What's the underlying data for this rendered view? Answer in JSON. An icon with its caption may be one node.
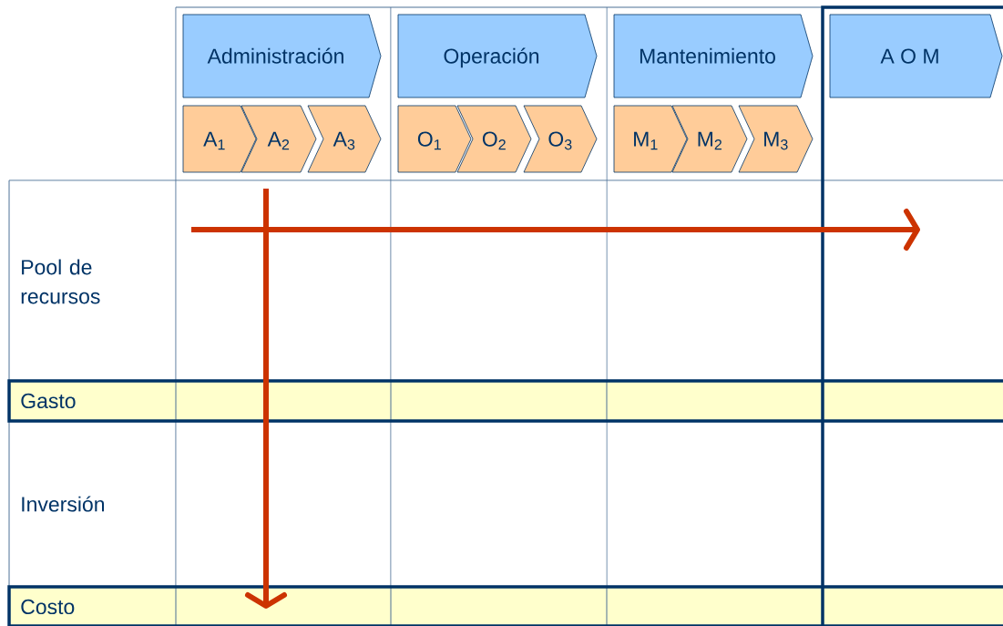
{
  "diagram": {
    "nodes": [
      {
        "text": [
          "Administración"
        ]
      },
      {
        "text": [
          "A$_{1}$"
        ]
      },
      {
        "text": [
          "A$_{2}$"
        ]
      },
      {
        "text": [
          "A$_{3}$"
        ]
      },
      {
        "text": [
          "Operación"
        ]
      },
      {
        "text": [
          "O$_{1}$"
        ]
      },
      {
        "text": [
          "O$_{2}$"
        ]
      },
      {
        "text": [
          "O$_{3}$"
        ]
      },
      {
        "text": [
          "Mantenimiento"
        ]
      },
      {
        "text": [
          "M$_{1}$"
        ]
      },
      {
        "text": [
          "M$_{2}$"
        ]
      },
      {
        "text": [
          "M$_{3}$"
        ]
      },
      {
        "text": [
          "A O M"
        ]
      },
      {
        "text": [
          "Gasto"
        ]
      },
      {
        "text": [
          "Costo"
        ]
      }
    ],
    "edges": [],
    "labels": [
      "Pool de recursos",
      "Inversión"
    ]
  }
}
